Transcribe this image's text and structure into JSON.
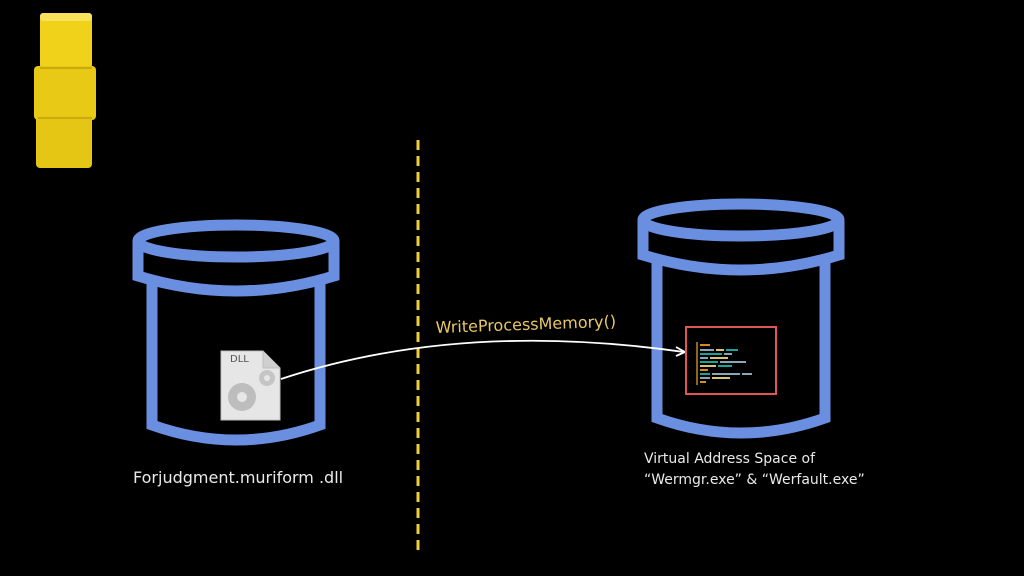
{
  "diagram": {
    "source_label": "Forjudgment.muriform .dll",
    "target_label_line1": "Virtual Address Space of",
    "target_label_line2": "“Wermgr.exe” & “Werfault.exe”",
    "api_call": "WriteProcessMemory()",
    "dll_icon_text": "DLL",
    "icons": {
      "logo": "yellow-blocks-icon",
      "source": "dll-file-icon",
      "target": "code-window-icon"
    },
    "colors": {
      "background": "#000000",
      "cylinder": "#6b8fe0",
      "divider": "#f2cd3c",
      "api_text": "#e8c766",
      "code_box_border": "#e25555",
      "arrow": "#ffffff",
      "logo_yellow": "#f0d21a"
    }
  }
}
